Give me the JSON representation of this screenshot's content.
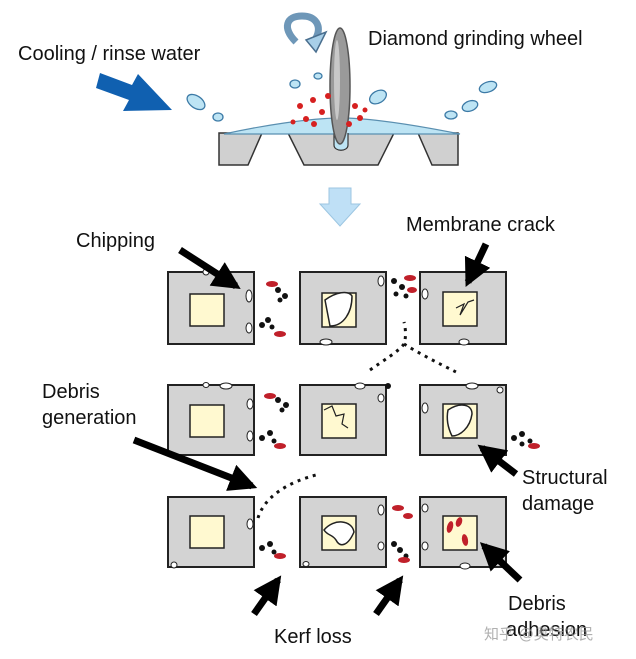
{
  "labels": {
    "cooling": "Cooling / rinse water",
    "wheel": "Diamond grinding wheel",
    "chipping": "Chipping",
    "membrane_crack": "Membrane crack",
    "debris_generation": [
      "Debris",
      "generation"
    ],
    "structural_damage": [
      "Structural",
      "damage"
    ],
    "debris_adhesion": [
      "Debris",
      "adhesion"
    ],
    "kerf_loss": "Kerf loss"
  },
  "watermark": "知乎 @奥特农民",
  "colors": {
    "arrow_blue": "#1060b0",
    "down_arrow": "#bfe0f6",
    "chip_gray": "#d3d3d3",
    "membrane": "#fff9d0",
    "debris_red": "#c0202a",
    "water": "#bde4f4",
    "stage_gray": "#d0d0d0"
  }
}
